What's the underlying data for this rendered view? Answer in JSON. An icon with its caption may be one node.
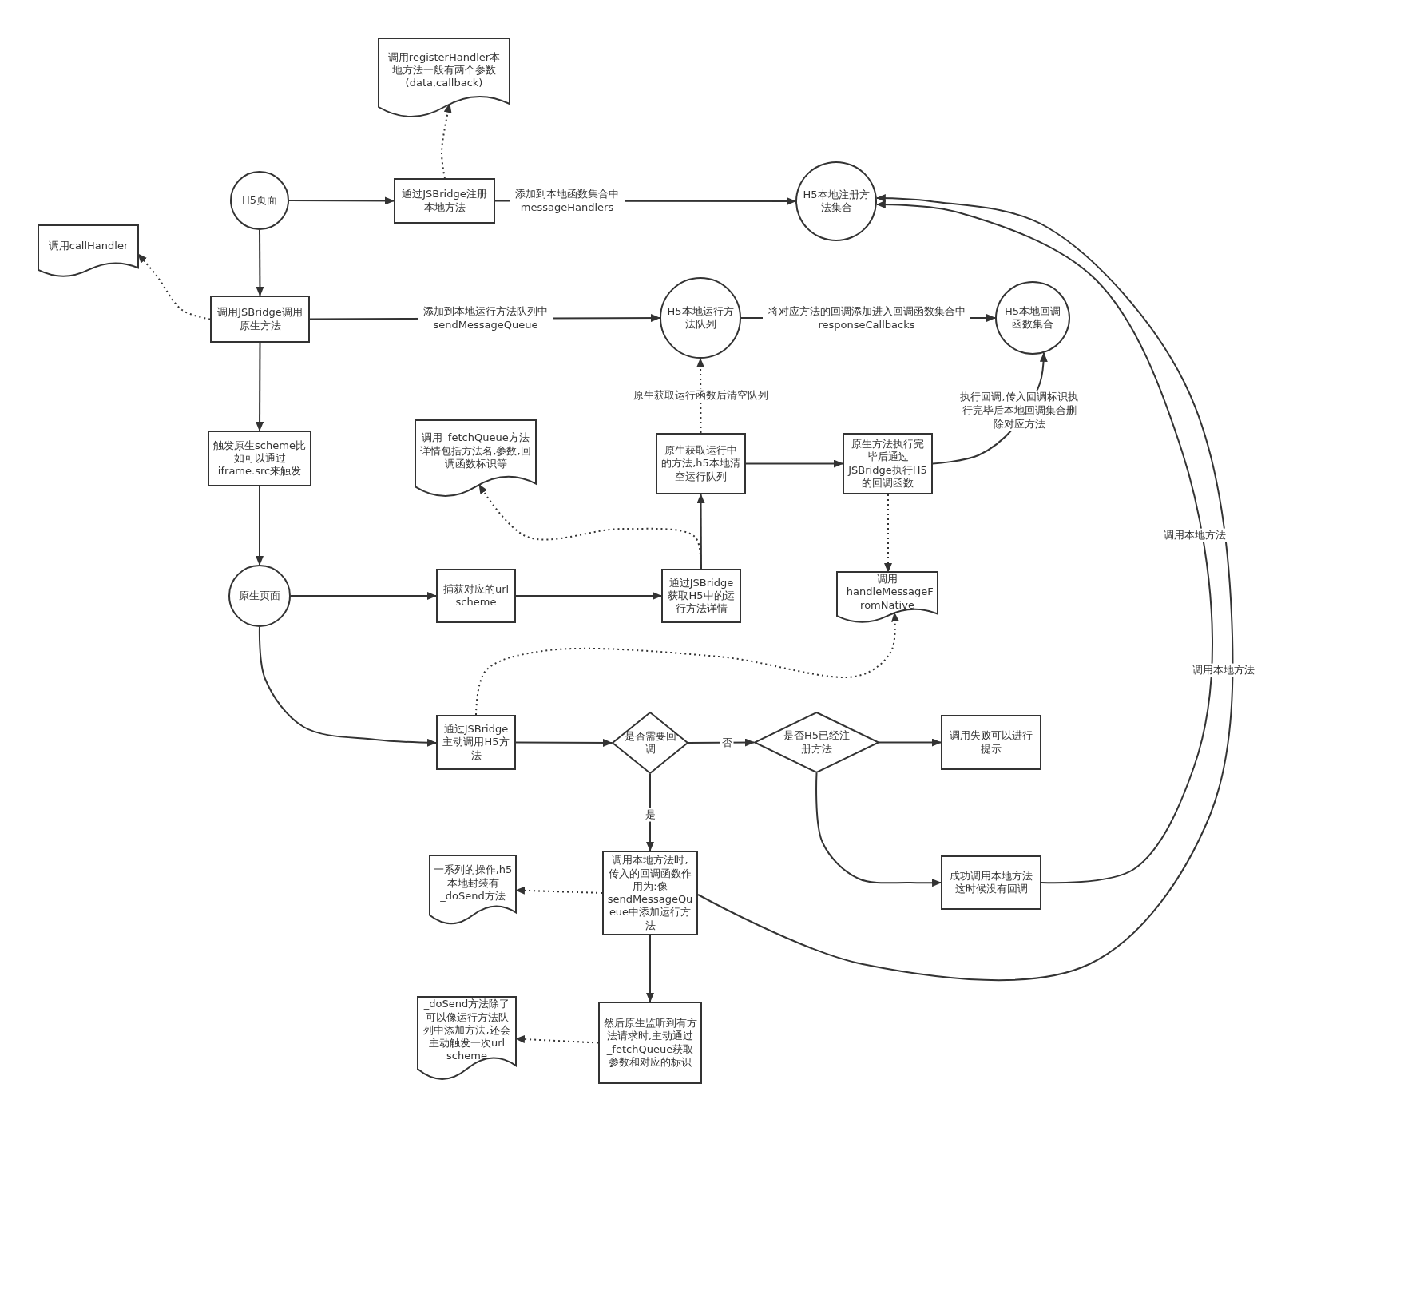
{
  "diagram": {
    "nodes": [
      {
        "text": [
          "调用registerHandler本地方法一般有两个参数(data,callback)"
        ]
      },
      {
        "text": [
          "H5页面"
        ]
      },
      {
        "text": [
          "通过JSBridge注册本地方法"
        ]
      },
      {
        "text": [
          "H5本地注册方法集合"
        ]
      },
      {
        "text": [
          "调用callHandler"
        ]
      },
      {
        "text": [
          "调用JSBridge调用原生方法"
        ]
      },
      {
        "text": [
          "H5本地运行方法队列"
        ]
      },
      {
        "text": [
          "H5本地回调函数集合"
        ]
      },
      {
        "text": [
          "触发原生scheme比如可以通过iframe.src来触发"
        ]
      },
      {
        "text": [
          "调用_fetchQueue方法详情包括方法名,参数,回调函数标识等"
        ]
      },
      {
        "text": [
          "原生获取运行中的方法,h5本地清空运行队列"
        ]
      },
      {
        "text": [
          "原生方法执行完毕后通过JSBridge执行H5的回调函数"
        ]
      },
      {
        "text": [
          "原生页面"
        ]
      },
      {
        "text": [
          "捕获对应的url scheme"
        ]
      },
      {
        "text": [
          "通过JSBridge获取H5中的运行方法详情"
        ]
      },
      {
        "text": [
          "调用_handleMessageFromNative"
        ]
      },
      {
        "text": [
          "通过JSBridge主动调用H5方法"
        ]
      },
      {
        "text": [
          "是否需要回调"
        ]
      },
      {
        "text": [
          "是否H5已经注册方法"
        ]
      },
      {
        "text": [
          "调用失败可以进行提示"
        ]
      },
      {
        "text": [
          "调用本地方法时,传入的回调函数作用为:像sendMessageQueue中添加运行方法"
        ]
      },
      {
        "text": [
          "一系列的操作,h5本地封装有_doSend方法"
        ]
      },
      {
        "text": [
          "成功调用本地方法这时候没有回调"
        ]
      },
      {
        "text": [
          "然后原生监听到有方法请求时,主动通过_fetchQueue获取参数和对应的标识"
        ]
      },
      {
        "text": [
          "_doSend方法除了可以像运行方法队列中添加方法,还会主动触发一次url scheme"
        ]
      }
    ],
    "edges": [
      {
        "from": 1,
        "to": 2,
        "arrow": "to"
      },
      {
        "from": 2,
        "to": 0,
        "arrow": "to",
        "style": "dashed"
      },
      {
        "from": 2,
        "to": 3,
        "arrow": "to",
        "label": "添加到本地函数集合中messageHandlers"
      },
      {
        "from": 1,
        "to": 5,
        "arrow": "to"
      },
      {
        "from": 5,
        "to": 4,
        "arrow": "to",
        "style": "dashed"
      },
      {
        "from": 5,
        "to": 6,
        "arrow": "to",
        "label": "添加到本地运行方法队列中sendMessageQueue"
      },
      {
        "from": 6,
        "to": 7,
        "arrow": "to",
        "label": "将对应方法的回调添加进入回调函数集合中responseCallbacks"
      },
      {
        "from": 5,
        "to": 8,
        "arrow": "to"
      },
      {
        "from": 8,
        "to": 12,
        "arrow": "to"
      },
      {
        "from": 12,
        "to": 13,
        "arrow": "to"
      },
      {
        "from": 13,
        "to": 14,
        "arrow": "to"
      },
      {
        "from": 14,
        "to": 10,
        "arrow": "to"
      },
      {
        "from": 14,
        "to": 9,
        "arrow": "to",
        "style": "dashed"
      },
      {
        "from": 10,
        "to": 6,
        "arrow": "to",
        "style": "dashed",
        "label": "原生获取运行函数后清空队列"
      },
      {
        "from": 10,
        "to": 11,
        "arrow": "to"
      },
      {
        "from": 11,
        "to": 7,
        "arrow": "to",
        "label": "执行回调,传入回调标识执行完毕后本地回调集合删除对应方法"
      },
      {
        "from": 11,
        "to": 15,
        "arrow": "to",
        "style": "dashed"
      },
      {
        "from": 16,
        "to": 15,
        "arrow": "to",
        "style": "dashed"
      },
      {
        "from": 12,
        "to": 16,
        "arrow": "to"
      },
      {
        "from": 16,
        "to": 17,
        "arrow": "to"
      },
      {
        "from": 17,
        "to": 18,
        "arrow": "to",
        "label": "否"
      },
      {
        "from": 18,
        "to": 19,
        "arrow": "to"
      },
      {
        "from": 17,
        "to": 20,
        "arrow": "to",
        "label": "是"
      },
      {
        "from": 18,
        "to": 22,
        "arrow": "to"
      },
      {
        "from": 22,
        "to": 3,
        "arrow": "to",
        "label": "调用本地方法"
      },
      {
        "from": 20,
        "to": 3,
        "arrow": "to",
        "label": "调用本地方法"
      },
      {
        "from": 20,
        "to": 21,
        "arrow": "to",
        "style": "dashed"
      },
      {
        "from": 20,
        "to": 23,
        "arrow": "to"
      },
      {
        "from": 23,
        "to": 24,
        "arrow": "to",
        "style": "dashed"
      }
    ]
  }
}
